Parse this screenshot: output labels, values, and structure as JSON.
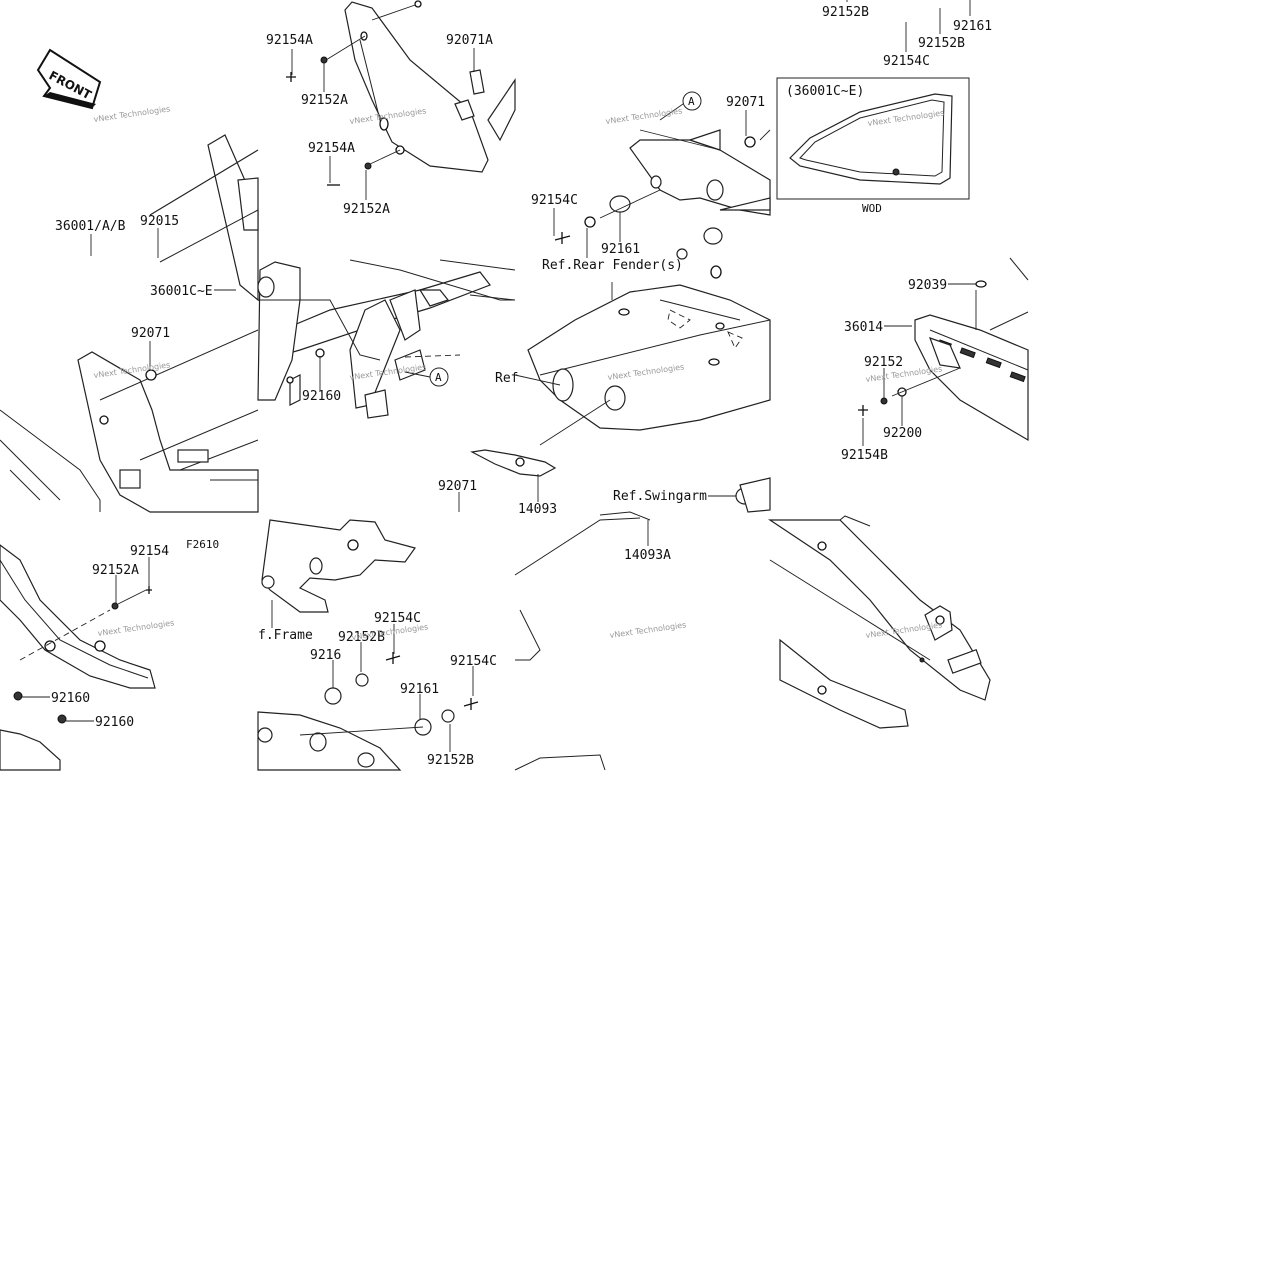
{
  "diagram_code": "F2610",
  "front_arrow": "FRONT",
  "watermark": "vNext Technologies",
  "inset": {
    "title": "(36001C~E)",
    "caption": "WOD"
  },
  "circle_marker": "A",
  "labels": {
    "p36001ab": "36001/A/B",
    "p92015": "92015",
    "p36001ce": "36001C~E",
    "p92071_left": "92071",
    "p92154a_top": "92154A",
    "p92152a_top": "92152A",
    "p92071a": "92071A",
    "p92154a_mid": "92154A",
    "p92152a_mid": "92152A",
    "p92160_mid": "92160",
    "p92152b_top": "92152B",
    "p92161_top": "92161",
    "p92152b_top2": "92152B",
    "p92154c_top": "92154C",
    "p92071_center": "92071",
    "p92154c_center": "92154C",
    "p92161_center": "92161",
    "ref_rear_fender": "Ref.Rear Fender(s)",
    "ref_cut": "Ref",
    "p92039": "92039",
    "p36014": "36014",
    "p92152": "92152",
    "p92200": "92200",
    "p92154b": "92154B",
    "p92071_bottom": "92071",
    "p14093": "14093",
    "ref_swingarm": "Ref.Swingarm",
    "p14093a": "14093A",
    "p92154_bl": "92154",
    "p92152a_bl": "92152A",
    "p92160_bl1": "92160",
    "p92160_bl2": "92160",
    "ref_frame": "f.Frame",
    "p92154c_bm": "92154C",
    "p92152b_bm": "92152B",
    "p9216_bm": "9216",
    "p92161_bm": "92161",
    "p92154c_bm2": "92154C",
    "p92152b_bm2": "92152B"
  }
}
